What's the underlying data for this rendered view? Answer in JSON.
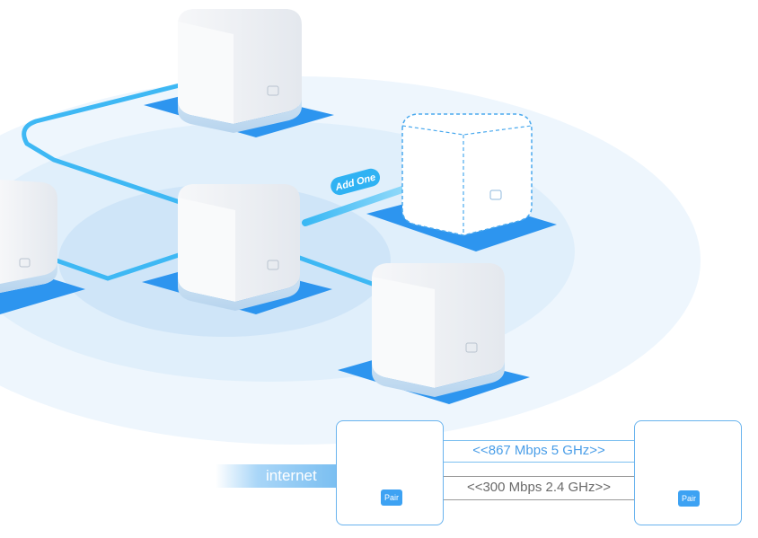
{
  "colors": {
    "accent_blue": "#2d95ef",
    "link_cyan": "#38b6f2",
    "coverage_light": "#eef6fd",
    "coverage_mid": "#e0effb",
    "coverage_inner": "#cfe5f8",
    "cube_face": "#ffffff",
    "cube_shade": "#e9edf2",
    "gray_line": "#9a9a9a"
  },
  "diagram": {
    "add_one_label": "Add One",
    "internet_label": "internet",
    "speed_5g": "<<867 Mbps 5 GHz>>",
    "speed_24g": "<<300 Mbps 2.4 GHz>>",
    "pair_label": "Pair",
    "units": [
      {
        "id": "unit-top",
        "icon": "pair-logo-icon"
      },
      {
        "id": "unit-center",
        "icon": "pair-logo-icon"
      },
      {
        "id": "unit-left-partial",
        "icon": "pair-logo-icon"
      },
      {
        "id": "unit-right-bottom",
        "icon": "pair-logo-icon"
      },
      {
        "id": "unit-new-dashed",
        "icon": "pair-logo-icon"
      }
    ]
  }
}
